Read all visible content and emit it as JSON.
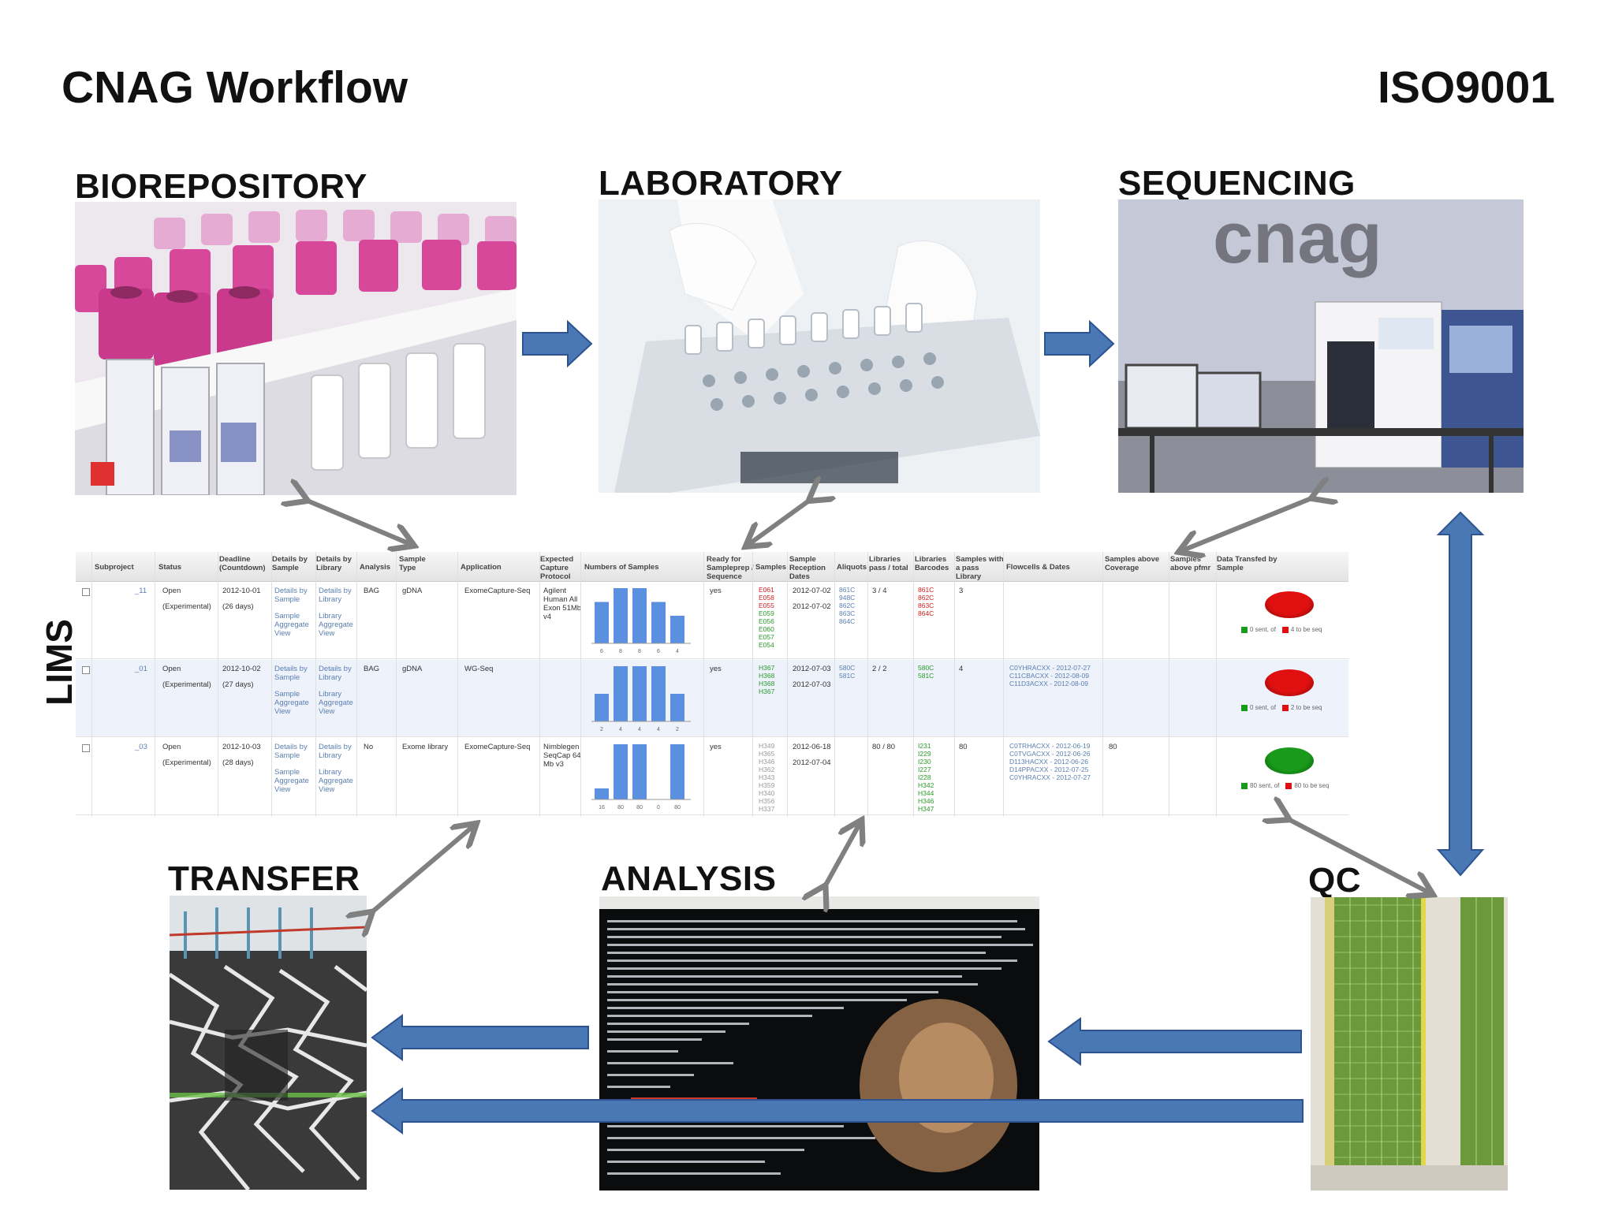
{
  "header": {
    "title": "CNAG Workflow",
    "iso": "ISO9001"
  },
  "stages": {
    "biorepository": "BIOREPOSITORY",
    "laboratory": "LABORATORY",
    "sequencing": "SEQUENCING",
    "transfer": "TRANSFER",
    "analysis": "ANALYSIS",
    "qc": "QC",
    "lims": "LIMS"
  },
  "photo_text": {
    "seq_sign": "cnag"
  },
  "colors": {
    "flow_arrow": "#4a78b5",
    "link_arrow": "#808080",
    "tube_cap": "#d8489a",
    "bar": "#5b8fe0",
    "pie_red": "#e01010",
    "pie_green": "#1a9a1a"
  },
  "lims": {
    "columns": [
      "Subproject",
      "Status",
      "Deadline (Countdown)",
      "Details by Sample",
      "Details by Library",
      "Analysis",
      "Sample Type",
      "Application",
      "Expected Capture Protocol",
      "Numbers of Samples",
      "Ready for Sampleprep / Sequence",
      "Samples",
      "Sample Reception Dates",
      "Aliquots",
      "Libraries pass / total",
      "Libraries Barcodes",
      "Samples with a pass Library",
      "Flowcells & Dates",
      "Samples above Coverage",
      "Samples above pfmr",
      "Data Transfed by Sample"
    ],
    "rows": [
      {
        "subproject": "_11",
        "status": "Open",
        "status_note": "(Experimental)",
        "deadline": "2012-10-01",
        "countdown": "(26 days)",
        "details_sample": "Details by Sample",
        "aggregate": "Sample Aggregate View",
        "details_library": "Details by Library",
        "aggregate_lib": "Library Aggregate View",
        "analysis": "BAG",
        "sample_type": "gDNA",
        "application": "ExomeCapture-Seq",
        "protocol": "Agilent Human All Exon 51Mb v4",
        "bars": [
          6,
          8,
          8,
          6,
          4
        ],
        "bar_labels": [
          "6",
          "8",
          "8",
          "6",
          "4"
        ],
        "ready": "yes",
        "samples": [
          "E061",
          "E058",
          "E055",
          "E059",
          "E056",
          "E060",
          "E057",
          "E054"
        ],
        "dates": [
          "2012-07-02",
          "2012-07-02"
        ],
        "aliquots": [
          "861C",
          "948C",
          "862C",
          "863C",
          "864C"
        ],
        "libraries": "3 / 4",
        "barcodes": [
          "861C",
          "862C",
          "863C",
          "864C"
        ],
        "pass_samples": "3",
        "flowcells": [],
        "coverage": "",
        "pie_color": "#e01010",
        "legend_sent": "0 sent, of",
        "legend_seq": "4 to be seq"
      },
      {
        "subproject": "_01",
        "status": "Open",
        "status_note": "(Experimental)",
        "deadline": "2012-10-02",
        "countdown": "(27 days)",
        "details_sample": "Details by Sample",
        "aggregate": "Sample Aggregate View",
        "details_library": "Details by Library",
        "aggregate_lib": "Library Aggregate View",
        "analysis": "BAG",
        "sample_type": "gDNA",
        "application": "WG-Seq",
        "protocol": "",
        "bars": [
          2,
          4,
          4,
          4,
          2
        ],
        "bar_labels": [
          "2",
          "4",
          "4",
          "4",
          "2"
        ],
        "ready": "yes",
        "samples": [
          "H367",
          "H368",
          "H368",
          "H367"
        ],
        "dates": [
          "2012-07-03",
          "2012-07-03"
        ],
        "aliquots": [
          "580C",
          "581C"
        ],
        "libraries": "2 / 2",
        "barcodes": [
          "580C",
          "581C"
        ],
        "pass_samples": "4",
        "flowcells": [
          "C0YHRACXX - 2012-07-27",
          "C11CBACXX - 2012-08-09",
          "C11D3ACXX - 2012-08-09"
        ],
        "coverage": "",
        "pie_color": "#e01010",
        "legend_sent": "0 sent, of",
        "legend_seq": "2 to be seq"
      },
      {
        "subproject": "_03",
        "status": "Open",
        "status_note": "(Experimental)",
        "deadline": "2012-10-03",
        "countdown": "(28 days)",
        "details_sample": "Details by Sample",
        "aggregate": "Sample Aggregate View",
        "details_library": "Details by Library",
        "aggregate_lib": "Library Aggregate View",
        "analysis": "No",
        "sample_type": "Exome library",
        "application": "ExomeCapture-Seq",
        "protocol": "Nimblegen SeqCap 64 Mb v3",
        "bars": [
          16,
          80,
          80,
          0,
          80
        ],
        "bar_labels": [
          "16",
          "80",
          "80",
          "0",
          "80"
        ],
        "ready": "yes",
        "samples": [
          "H349",
          "H365",
          "H346",
          "H362",
          "H343",
          "H359",
          "H340",
          "H356",
          "H337"
        ],
        "dates": [
          "2012-06-18",
          "2012-07-04"
        ],
        "aliquots": [],
        "libraries": "80 / 80",
        "barcodes": [
          "I231",
          "I229",
          "I230",
          "I227",
          "I228",
          "H342",
          "H344",
          "H346",
          "H347"
        ],
        "pass_samples": "80",
        "flowcells": [
          "C0TRHACXX - 2012-06-19",
          "C0TVGACXX - 2012-06-26",
          "D113HACXX - 2012-06-26",
          "D14PPACXX - 2012-07-25",
          "C0YHRACXX - 2012-07-27"
        ],
        "coverage": "80",
        "pie_color": "#1a9a1a",
        "legend_sent": "80 sent, of",
        "legend_seq": "80 to be seq"
      }
    ]
  }
}
